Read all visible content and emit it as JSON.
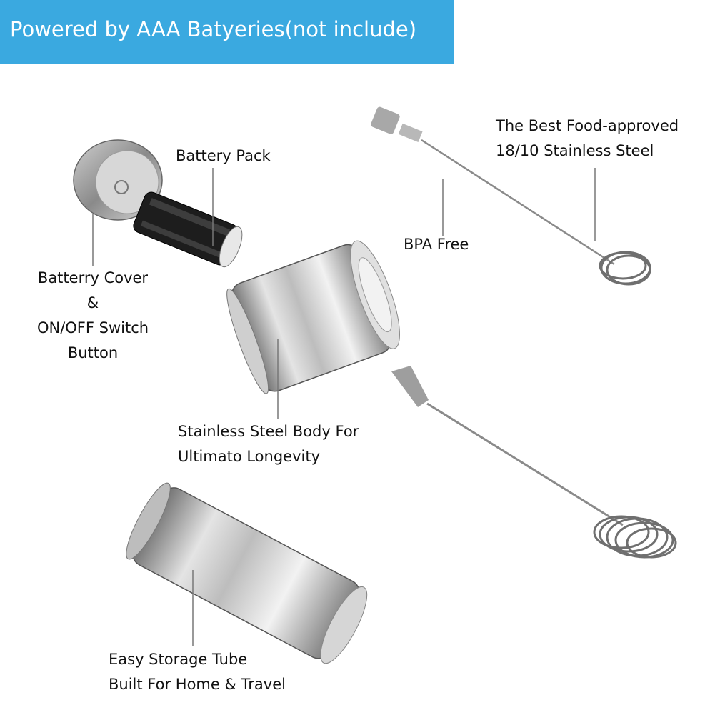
{
  "banner": {
    "text": "Powered by AAA Batyeries(not include)",
    "color": "#3aa9e0"
  },
  "labels": {
    "battery_pack": "Battery Pack",
    "battery_cover": [
      "Batterry Cover",
      "&",
      "ON/OFF Switch",
      "Button"
    ],
    "food_approved": [
      "The Best Food-approved",
      "18/10 Stainless Steel"
    ],
    "bpa_free": "BPA Free",
    "body": [
      "Stainless Steel Body For",
      "Ultimato Longevity"
    ],
    "storage_tube": [
      "Easy Storage Tube",
      "Built For Home & Travel"
    ]
  }
}
